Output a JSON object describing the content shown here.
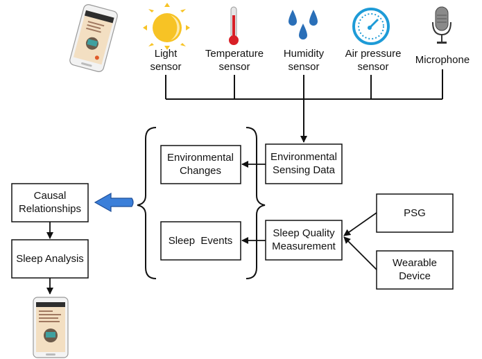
{
  "sensors": [
    {
      "label_l1": "Light",
      "label_l2": "sensor",
      "icon": "sun-icon"
    },
    {
      "label_l1": "Temperature",
      "label_l2": "sensor",
      "icon": "thermometer-icon"
    },
    {
      "label_l1": "Humidity",
      "label_l2": "sensor",
      "icon": "water-drops-icon"
    },
    {
      "label_l1": "Air pressure",
      "label_l2": "sensor",
      "icon": "pressure-gauge-icon"
    },
    {
      "label_l1": "Microphone",
      "label_l2": "",
      "icon": "microphone-icon"
    }
  ],
  "boxes": {
    "env_changes": {
      "l1": "Environmental",
      "l2": "Changes"
    },
    "env_data": {
      "l1": "Environmental",
      "l2": "Sensing Data"
    },
    "sleep_events": {
      "l1": "Sleep  Events"
    },
    "sleep_quality": {
      "l1": "Sleep Quality",
      "l2": "Measurement"
    },
    "psg": {
      "l1": "PSG"
    },
    "wearable": {
      "l1": "Wearable",
      "l2": "Device"
    },
    "causal": {
      "l1": "Causal",
      "l2": "Relationships"
    },
    "sleep_analysis": {
      "l1": "Sleep Analysis"
    }
  },
  "colors": {
    "sun": "#f7c325",
    "thermometer": "#d81f26",
    "drops": "#2a6fb8",
    "gauge": "#1e9bd7",
    "blue_arrow": "#3b7fd9"
  }
}
